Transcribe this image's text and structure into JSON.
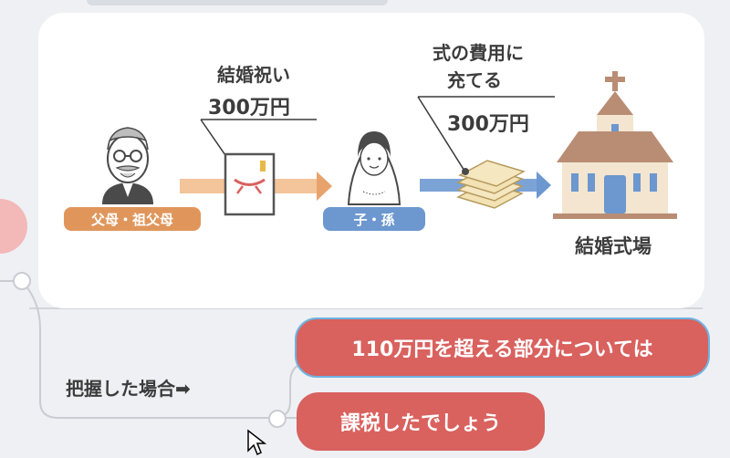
{
  "diagram": {
    "gift_label": "結婚祝い",
    "gift_amount": "300万円",
    "use_label_line1": "式の費用に",
    "use_label_line2": "充てる",
    "use_amount": "300万円",
    "giver": "父母・祖父母",
    "receiver": "子・孫",
    "venue": "結婚式場"
  },
  "mindmap": {
    "branch_label": "把握した場合➡",
    "bubble_1": "110万円を超える部分については",
    "bubble_2": "課税したでしょう"
  },
  "colors": {
    "orange": "#e0965b",
    "blue": "#6c97cf",
    "red": "#d9615e",
    "church_wall": "#f3e5cf",
    "church_roof": "#b98d74"
  },
  "icons": [
    "grandparent-icon",
    "envelope-icon",
    "bride-icon",
    "money-stack-icon",
    "church-icon",
    "cursor-icon"
  ]
}
